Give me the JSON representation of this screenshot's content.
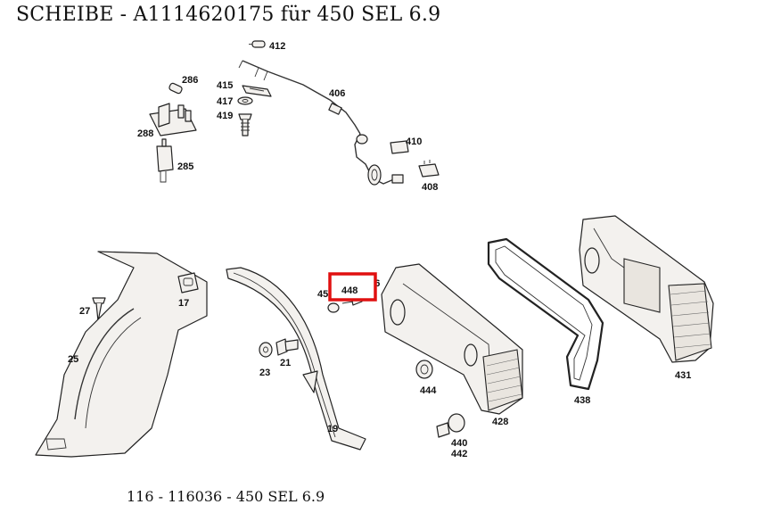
{
  "title": "SCHEIBE  - A1114620175 für 450 SEL 6.9",
  "footer": "116 - 116036 - 450 SEL 6.9",
  "highlight_color": "#e01010",
  "highlighted_part": "448",
  "callouts": {
    "p412": "412",
    "p286": "286",
    "p415": "415",
    "p406": "406",
    "p417": "417",
    "p419": "419",
    "p288": "288",
    "p410": "410",
    "p285": "285",
    "p408": "408",
    "p27": "27",
    "p17": "17",
    "p25": "25",
    "p23": "23",
    "p21": "21",
    "p19": "19",
    "p450": "450",
    "p448": "448",
    "p446": "446",
    "p444": "444",
    "p428": "428",
    "p440": "440",
    "p442": "442",
    "p438": "438",
    "p431": "431"
  }
}
